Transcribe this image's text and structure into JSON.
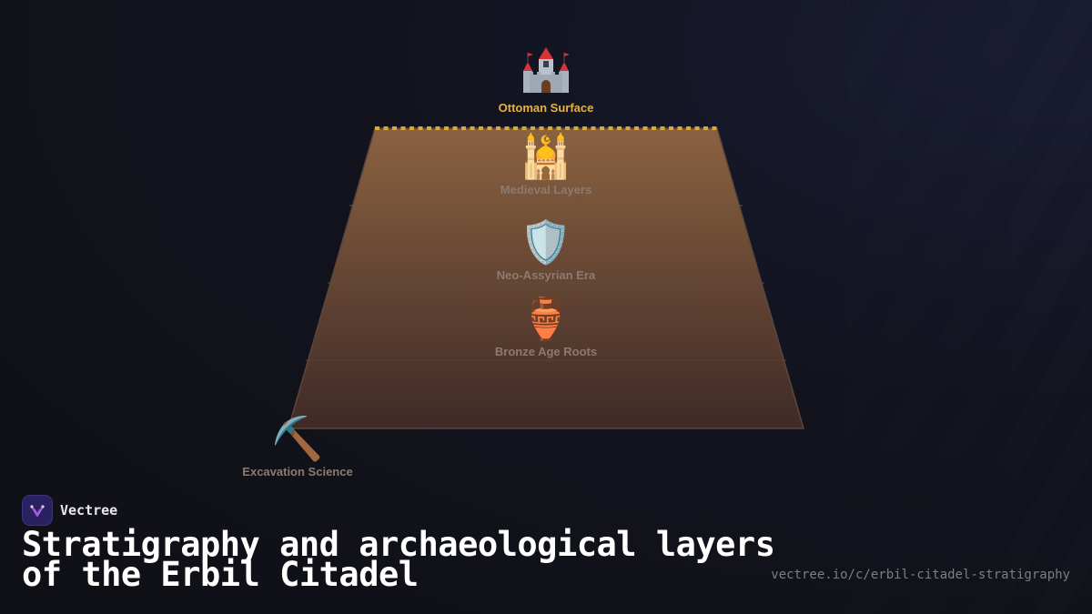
{
  "layers": [
    {
      "label": "Ottoman Surface",
      "icon": "castle-icon",
      "active": true
    },
    {
      "label": "Medieval Layers",
      "icon": "mosque-icon",
      "glyph": "🕌"
    },
    {
      "label": "Neo-Assyrian Era",
      "icon": "shield-icon",
      "glyph": "🛡️"
    },
    {
      "label": "Bronze Age Roots",
      "icon": "amphora-icon",
      "glyph": "🏺"
    }
  ],
  "method": {
    "label": "Excavation Science",
    "icon": "pick-icon",
    "glyph": "⛏️"
  },
  "brand": {
    "name": "Vectree"
  },
  "title": "Stratigraphy and archaeological layers of the Erbil Citadel",
  "url": "vectree.io/c/erbil-citadel-stratigraphy",
  "colors": {
    "mound_top": "#8a6240",
    "mound_bottom": "#3f2a27",
    "active_label": "#e4b43f",
    "inactive_label": "#8d7a70"
  }
}
